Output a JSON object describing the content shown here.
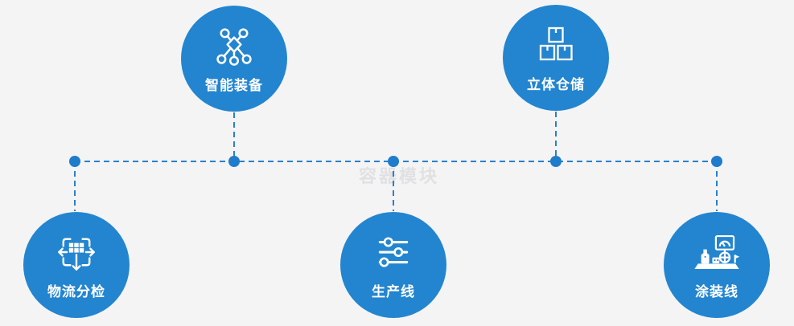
{
  "colors": {
    "bg": "#f4f4f5",
    "node-blue": "#2385cf",
    "connector-blue": "#2a80c9",
    "dot-blue": "#1f7ccb",
    "label-white": "#ffffff",
    "watermark-gray": "#e1e1e3"
  },
  "watermark": {
    "text": "容器模块"
  },
  "nodes": [
    {
      "label": "智能装备",
      "icon": "network-nodes-icon"
    },
    {
      "label": "立体仓储",
      "icon": "stacked-boxes-icon"
    },
    {
      "label": "物流分检",
      "icon": "sort-distribute-icon"
    },
    {
      "label": "生产线",
      "icon": "sliders-icon"
    },
    {
      "label": "涂装线",
      "icon": "paint-machine-icon"
    }
  ]
}
